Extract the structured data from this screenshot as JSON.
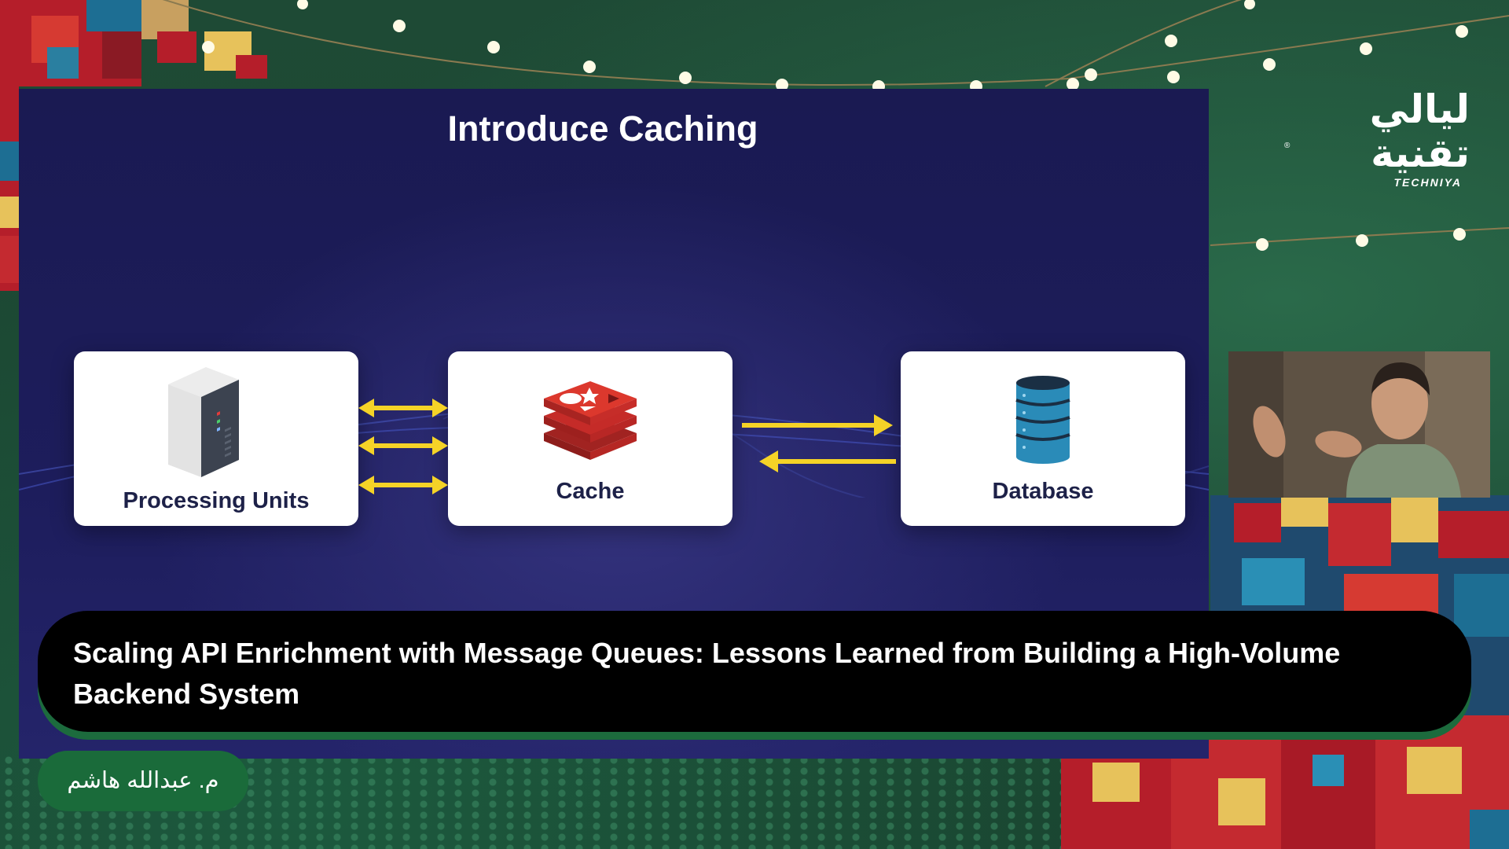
{
  "slide": {
    "title": "Introduce Caching",
    "nodes": {
      "processing": "Processing Units",
      "cache": "Cache",
      "database": "Database"
    }
  },
  "banner": {
    "talk_title": "Scaling API Enrichment with Message Queues: Lessons Learned from Building a High-Volume Backend System"
  },
  "speaker": {
    "name": "م. عبدالله هاشم"
  },
  "brand": {
    "name_ar_line1": "ليالي",
    "name_ar_line2": "تقنية",
    "name_en": "TECHNIYA",
    "reg_mark": "®"
  },
  "colors": {
    "background_green": "#1f4a36",
    "slide_navy": "#1d1d5c",
    "arrow_yellow": "#f5d327",
    "banner_black": "#000000",
    "banner_shadow_green": "#1c6b3d",
    "name_pill_green": "#1a6b3a",
    "redis_red": "#d9322c",
    "db_blue": "#2a8bb8"
  },
  "icons": {
    "processing": "server-tower-icon",
    "cache": "redis-stack-icon",
    "database": "database-cylinder-icon"
  }
}
